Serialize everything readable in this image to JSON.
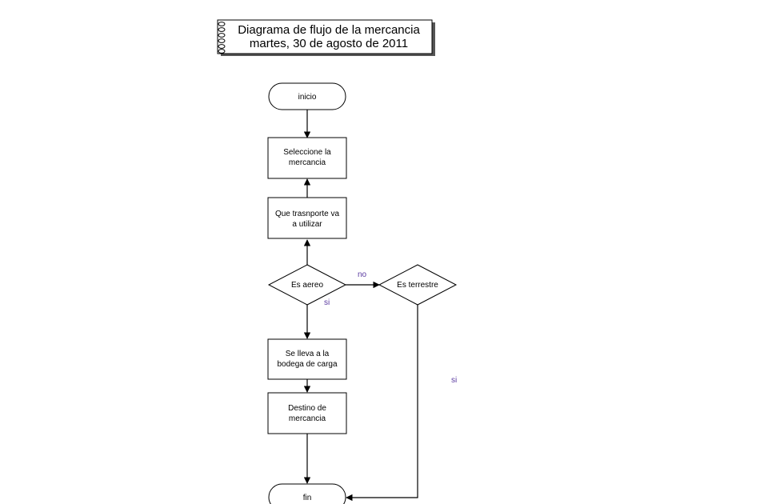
{
  "title": {
    "line1": "Diagrama de flujo de la mercancia",
    "line2": "martes, 30 de agosto de 2011"
  },
  "nodes": {
    "inicio": "inicio",
    "seleccione_1": "Seleccione la",
    "seleccione_2": "mercancia",
    "transporte_1": "Que trasnporte va",
    "transporte_2": "a utilizar",
    "aereo": "Es aereo",
    "terrestre": "Es terrestre",
    "bodega_1": "Se lleva a la",
    "bodega_2": "bodega de carga",
    "destino_1": "Destino de",
    "destino_2": "mercancia",
    "fin": "fin"
  },
  "edge_labels": {
    "no": "no",
    "si_aereo": "si",
    "si_terrestre": "si"
  }
}
